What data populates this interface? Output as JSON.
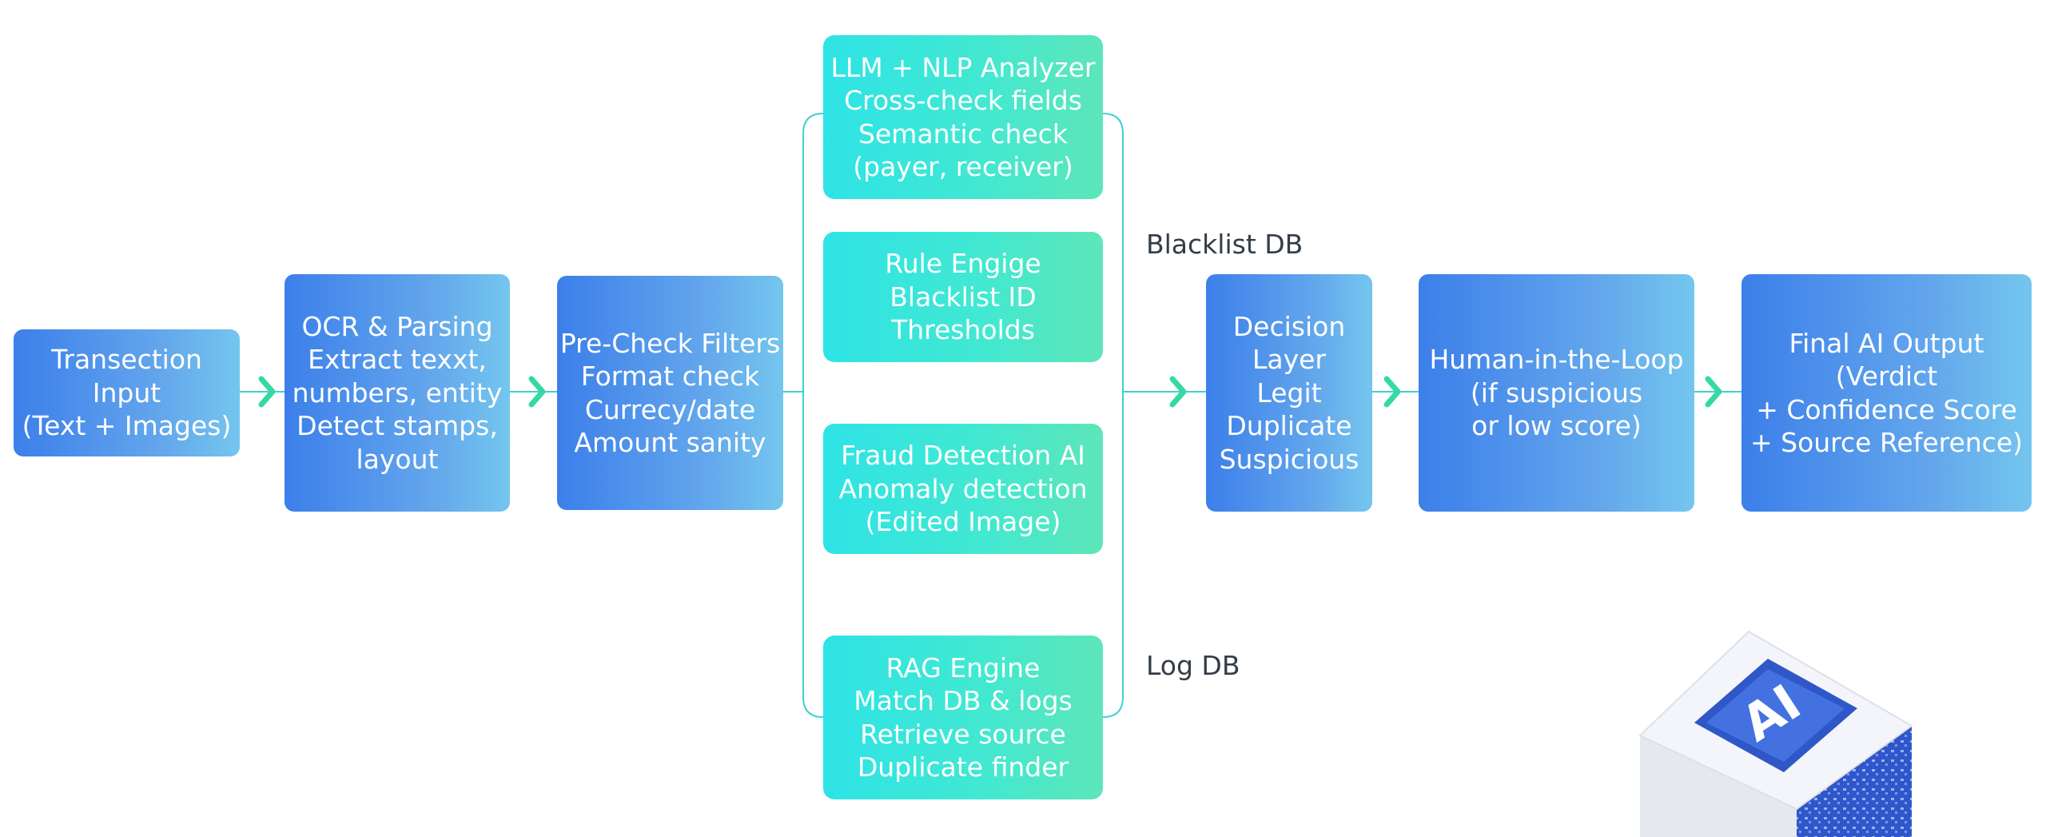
{
  "colors": {
    "accent_arrow": "#35d9a4",
    "connector": "#3fd0d0",
    "blue_start": "#3c7fea",
    "blue_end": "#74c6ee",
    "teal_start": "#2ee3e6",
    "teal_end": "#5de6b9"
  },
  "pipeline": {
    "input": [
      "Transection",
      "Input",
      "(Text + Images)"
    ],
    "ocr": [
      "OCR & Parsing",
      "Extract texxt,",
      "numbers, entity",
      "Detect stamps,",
      "layout"
    ],
    "precheck": [
      "Pre-Check Filters",
      "Format check",
      "Currecy/date",
      "Amount sanity"
    ],
    "decision": [
      "Decision",
      "Layer",
      "Legit",
      "Duplicate",
      "Suspicious"
    ],
    "human": [
      "Human-in-the-Loop",
      "(if suspicious",
      "or low score)"
    ],
    "final": [
      "Final AI Output",
      "(Verdict",
      "+ Confidence Score",
      "+ Source Reference)"
    ]
  },
  "analyzers": {
    "llm": [
      "LLM + NLP Analyzer",
      "Cross-check fields",
      "Semantic check",
      "(payer, receiver)"
    ],
    "rule": [
      "Rule Engige",
      "Blacklist ID",
      "Thresholds"
    ],
    "fraud": [
      "Fraud Detection AI",
      "Anomaly detection",
      "(Edited Image)"
    ],
    "rag": [
      "RAG Engine",
      "Match DB & logs",
      "Retrieve source",
      "Duplicate finder"
    ]
  },
  "databases": {
    "blacklist": "Blacklist DB",
    "log": "Log DB"
  },
  "illustration": {
    "icon": "ai-cube-icon",
    "text": "AI"
  }
}
